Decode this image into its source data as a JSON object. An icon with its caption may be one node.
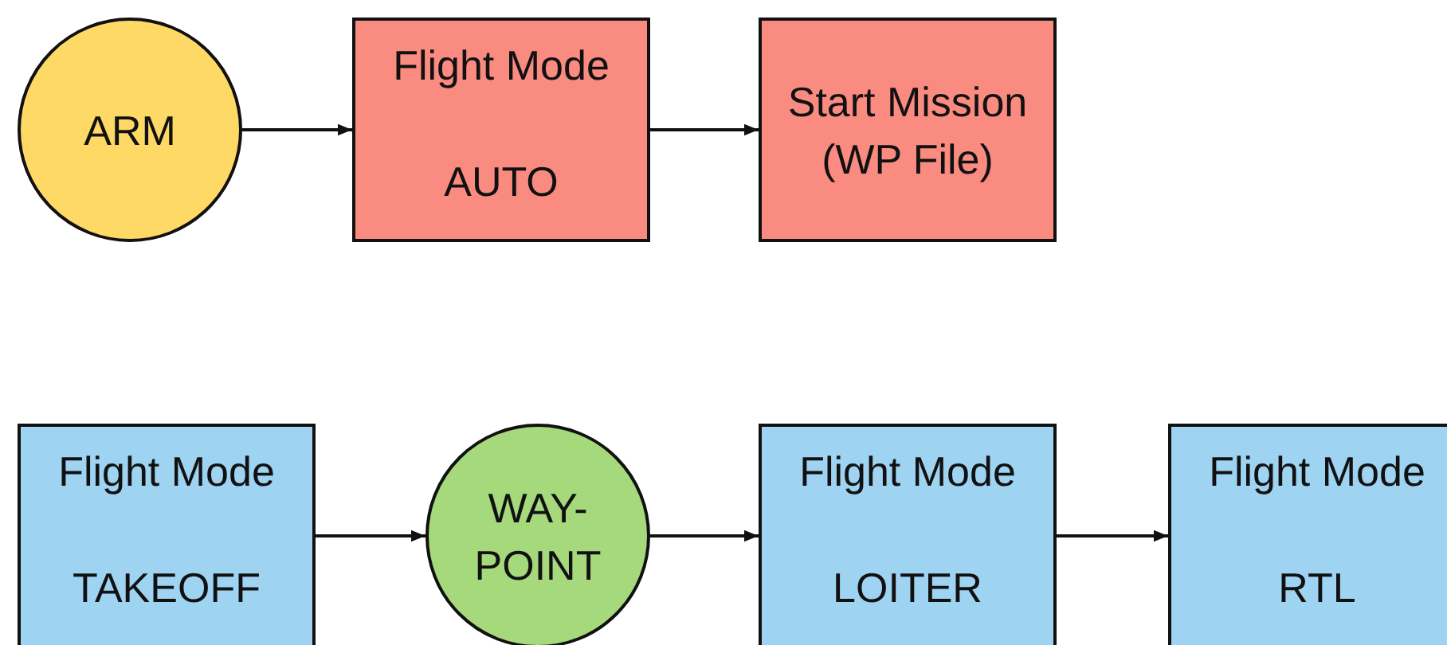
{
  "diagram": {
    "nodes": [
      {
        "text": [
          "ARM"
        ]
      },
      {
        "text": [
          "Flight Mode",
          "AUTO"
        ]
      },
      {
        "text": [
          "Start Mission (WP File)"
        ]
      },
      {
        "text": [
          "Flight Mode",
          "TAKEOFF"
        ]
      },
      {
        "text": [
          "WAY- POINT"
        ]
      },
      {
        "text": [
          "Flight Mode",
          "LOITER"
        ]
      },
      {
        "text": [
          "Flight Mode",
          "RTL"
        ]
      }
    ],
    "edges": [
      {
        "from": 0,
        "to": 1,
        "arrow": "to"
      },
      {
        "from": 1,
        "to": 2,
        "arrow": "to"
      },
      {
        "from": 3,
        "to": 4,
        "arrow": "to"
      },
      {
        "from": 4,
        "to": 5,
        "arrow": "to"
      },
      {
        "from": 5,
        "to": 6,
        "arrow": "to"
      }
    ]
  }
}
